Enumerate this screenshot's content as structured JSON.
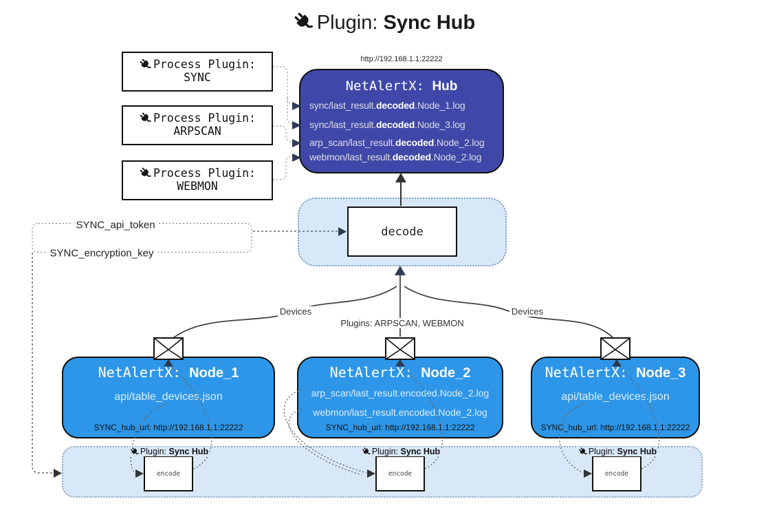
{
  "title": {
    "prefix": "Plugin:",
    "name": "Sync Hub"
  },
  "hub": {
    "url": "http://192.168.1.1:22222",
    "title_prefix": "NetAlertX:",
    "title_name": "Hub",
    "rows": [
      {
        "pre": "sync/last_result.",
        "bold": "decoded",
        "post": ".Node_1.log"
      },
      {
        "pre": "sync/last_result.",
        "bold": "decoded",
        "post": ".Node_3.log"
      },
      {
        "pre": "arp_scan/last_result.",
        "bold": "decoded",
        "post": ".Node_2.log"
      },
      {
        "pre": "webmon/last_result.",
        "bold": "decoded",
        "post": ".Node_2.log"
      }
    ]
  },
  "process_plugins": [
    {
      "label": "Process Plugin:",
      "name": "SYNC"
    },
    {
      "label": "Process Plugin:",
      "name": "ARPSCAN"
    },
    {
      "label": "Process Plugin:",
      "name": "WEBMON"
    }
  ],
  "keys": {
    "api_token": "SYNC_api_token",
    "encryption_key": "SYNC_encryption_key"
  },
  "decode": {
    "label": "decode"
  },
  "edges": {
    "devices_left": "Devices",
    "devices_right": "Devices",
    "plugins_middle": "Plugins: ARPSCAN, WEBMON"
  },
  "nodes": [
    {
      "title_prefix": "NetAlertX:",
      "title_name": "Node_1",
      "lines": [
        "api/table_devices.json"
      ],
      "footer": "SYNC_hub_url: http://192.168.1.1:22222"
    },
    {
      "title_prefix": "NetAlertX:",
      "title_name": "Node_2",
      "lines": [
        "arp_scan/last_result.encoded.Node_2.log",
        "webmon/last_result.encoded.Node_2.log"
      ],
      "footer": "SYNC_hub_url: http://192.168.1.1:22222"
    },
    {
      "title_prefix": "NetAlertX:",
      "title_name": "Node_3",
      "lines": [
        "api/table_devices.json"
      ],
      "footer": "SYNC_hub_url: http://192.168.1.1:22222"
    }
  ],
  "encoders": [
    {
      "plugin_prefix": "Plugin:",
      "plugin_name": "Sync Hub",
      "label": "encode"
    },
    {
      "plugin_prefix": "Plugin:",
      "plugin_name": "Sync Hub",
      "label": "encode"
    },
    {
      "plugin_prefix": "Plugin:",
      "plugin_name": "Sync Hub",
      "label": "encode"
    }
  ],
  "colors": {
    "hub_fill": "#3f48a8",
    "node_fill": "#2e96e8",
    "container_fill": "#d9e8f8",
    "container_border": "#7d9cc0"
  }
}
